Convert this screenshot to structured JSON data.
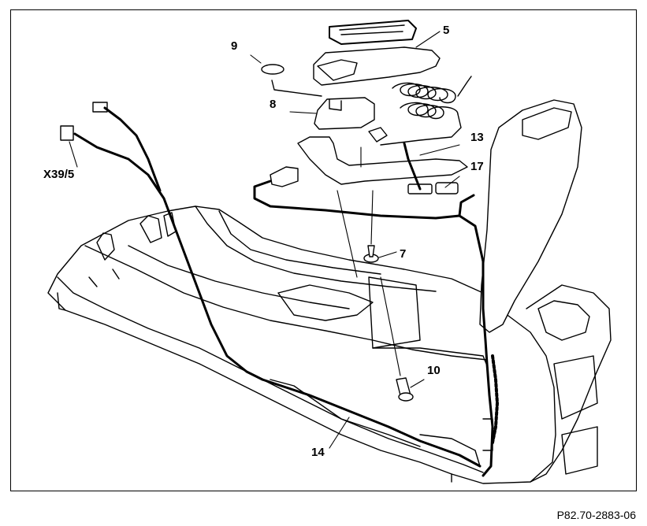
{
  "callouts": {
    "c9": "9",
    "c5": "5",
    "c8": "8",
    "c13": "13",
    "c17": "17",
    "c7": "7",
    "c10": "10",
    "c14": "14",
    "cx39": "X39/5"
  },
  "reference": "P82.70-2883-06"
}
